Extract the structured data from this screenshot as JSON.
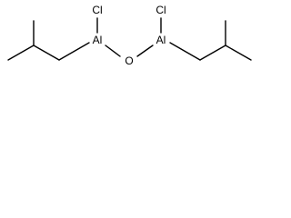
{
  "molecule": {
    "atoms": {
      "cl_left": "Cl",
      "al_left": "Al",
      "o_bridge": "O",
      "al_right": "Al",
      "cl_right": "Cl"
    }
  }
}
